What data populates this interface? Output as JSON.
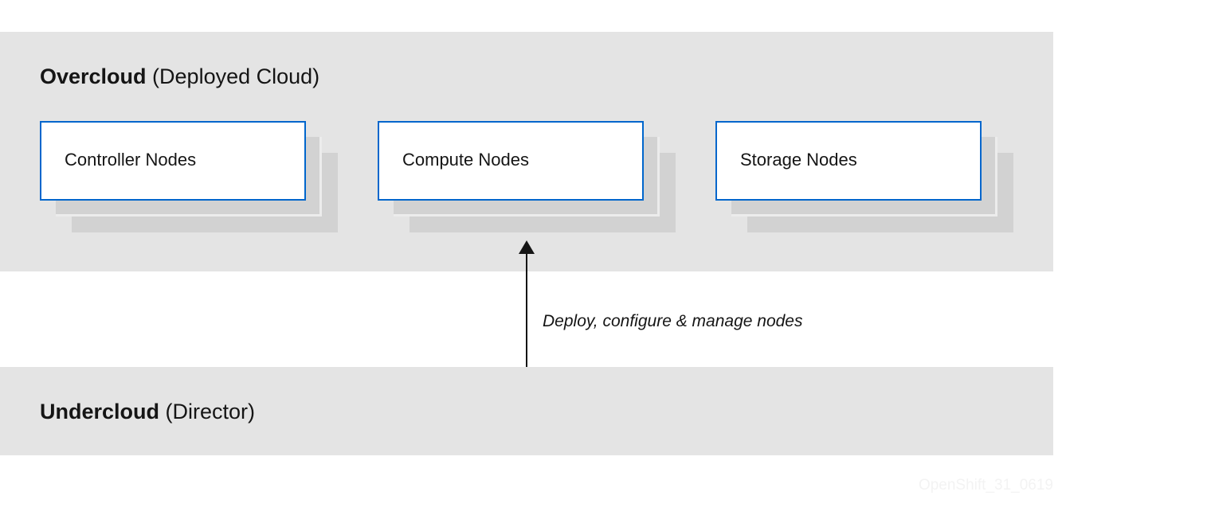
{
  "overcloud": {
    "title_bold": "Overcloud",
    "title_rest": " (Deployed Cloud)",
    "nodes": [
      {
        "label": "Controller Nodes"
      },
      {
        "label": "Compute Nodes"
      },
      {
        "label": "Storage Nodes"
      }
    ]
  },
  "undercloud": {
    "title_bold": "Undercloud",
    "title_rest": " (Director)"
  },
  "connector": {
    "label": "Deploy, configure & manage nodes",
    "direction": "up"
  },
  "watermark": "OpenShift_31_0619",
  "colors": {
    "band_background": "#e4e4e4",
    "node_border": "#0066cc",
    "node_stack_shadow": "#d2d2d2",
    "arrow": "#151515"
  }
}
